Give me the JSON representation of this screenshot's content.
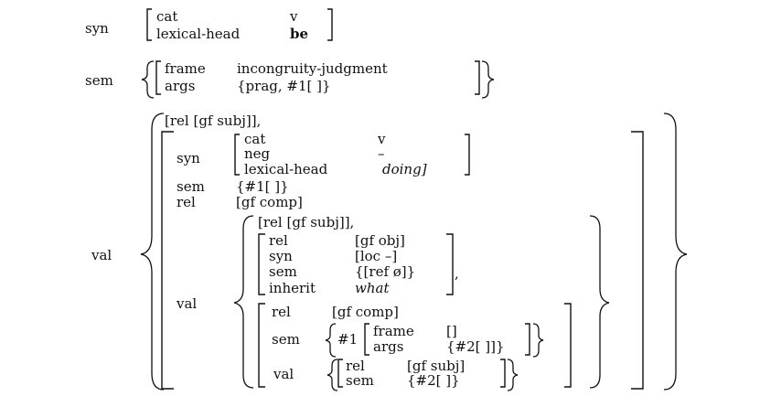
{
  "top_syn": {
    "label": "syn",
    "cat_attr": "cat",
    "cat_val": "v",
    "head_attr": "lexical-head",
    "head_val": "be"
  },
  "top_sem": {
    "label": "sem",
    "frame_attr": "frame",
    "frame_val": "incongruity-judgment",
    "args_attr": "args",
    "args_val": "{prag, #1[ ]}"
  },
  "val": {
    "label": "val",
    "first_item": "[rel [gf subj]],",
    "inner": {
      "syn_label": "syn",
      "cat_attr": "cat",
      "cat_val": "v",
      "neg_attr": "neg",
      "neg_val": "–",
      "head_attr": "lexical-head",
      "head_val": "doing]",
      "sem_label": "sem",
      "sem_val": "{#1[ ]}",
      "rel_label": "rel",
      "rel_val": "[gf comp]",
      "val_label": "val",
      "val": {
        "first_item": "[rel [gf subj]],",
        "obj_rel_attr": "rel",
        "obj_rel_val": "[gf obj]",
        "obj_syn_attr": "syn",
        "obj_syn_val": "[loc –]",
        "obj_sem_attr": "sem",
        "obj_sem_val": "{[ref ø]}",
        "obj_inherit_attr": "inherit",
        "obj_inherit_val": "what",
        "comma": ",",
        "comp_rel_attr": "rel",
        "comp_rel_val": "[gf comp]",
        "comp_sem_attr": "sem",
        "comp_sem_tag": "#1",
        "comp_frame_attr": "frame",
        "comp_frame_val": "[]",
        "comp_args_attr": "args",
        "comp_args_val": "{#2[ ]]}",
        "comp_val_attr": "val",
        "comp_val_rel_attr": "rel",
        "comp_val_rel_val": "[gf subj]",
        "comp_val_sem_attr": "sem",
        "comp_val_sem_val": "{#2[ ]}"
      }
    }
  }
}
